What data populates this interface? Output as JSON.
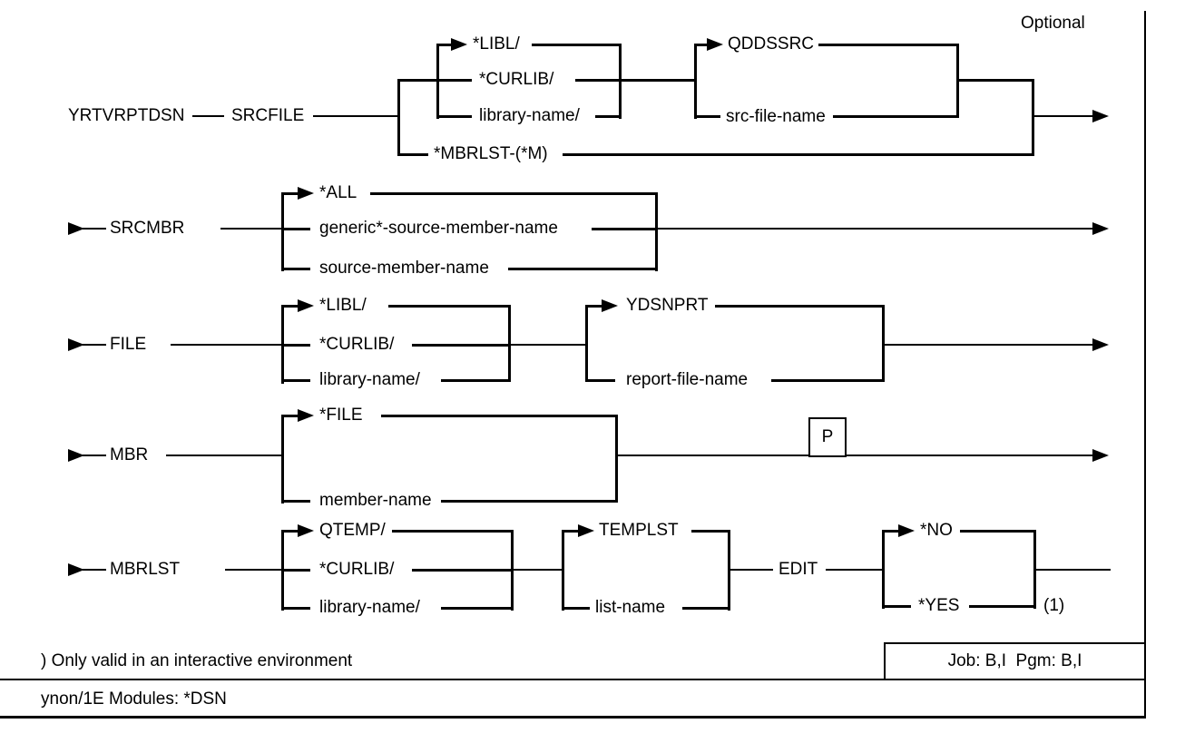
{
  "header": {
    "optional": "Optional"
  },
  "syntax": {
    "command": "YRTVRPTDSN",
    "srcfile": {
      "param": "SRCFILE",
      "libl": "*LIBL/",
      "curlib": "*CURLIB/",
      "libname": "library-name/",
      "mbrlst": "*MBRLST-(*M)",
      "qddssrc": "QDDSSRC",
      "srcfilename": "src-file-name"
    },
    "srcmbr": {
      "param": "SRCMBR",
      "all": "*ALL",
      "generic": "generic*-source-member-name",
      "membername": "source-member-name"
    },
    "file": {
      "param": "FILE",
      "libl": "*LIBL/",
      "curlib": "*CURLIB/",
      "libname": "library-name/",
      "ydsnprt": "YDSNPRT",
      "reportfile": "report-file-name"
    },
    "mbr": {
      "param": "MBR",
      "filedefault": "*FILE",
      "membername": "member-name",
      "protect_marker": "P"
    },
    "mbrlst": {
      "param": "MBRLST",
      "qtemp": "QTEMP/",
      "curlib": "*CURLIB/",
      "libname": "library-name/",
      "templst": "TEMPLST",
      "listname": "list-name",
      "edit": "EDIT",
      "no": "*NO",
      "yes": "*YES",
      "noteref": "(1)"
    }
  },
  "footer": {
    "note": ") Only valid in an interactive environment",
    "modules": "ynon/1E Modules: *DSN",
    "jobpgm": "Job: B,I  Pgm: B,I"
  }
}
